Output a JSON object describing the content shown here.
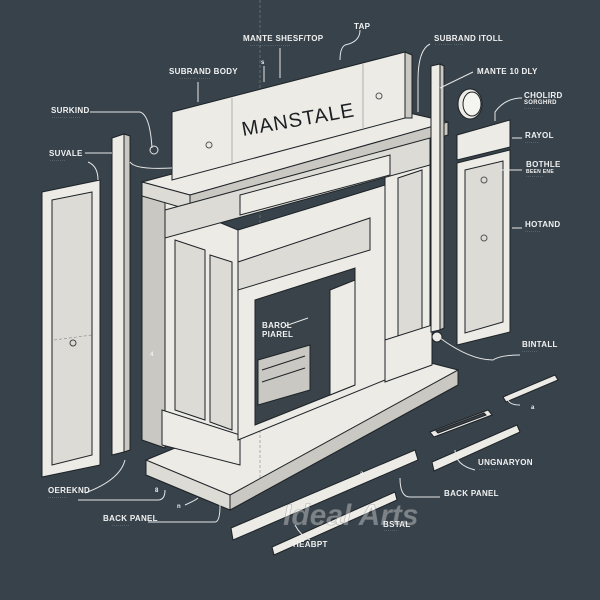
{
  "diagram": {
    "sign_text": "MANSTALE",
    "watermark": "Ideal Arts",
    "labels": {
      "mantel_shelf_top": {
        "title": "MANTE SHESF/TOP",
        "sub": "·····················"
      },
      "tap": {
        "title": "TAP"
      },
      "surround_toll": {
        "title": "SUBRAND ITOLL",
        "sub": "· ······· ·····"
      },
      "mantel_body": {
        "title": "MANTE 10 DLY"
      },
      "surround_body": {
        "title": "SUBRAND BODY",
        "sub": "······ ·· ······"
      },
      "surkind": {
        "title": "SURKIND",
        "sub": "········ ······"
      },
      "suvale": {
        "title": "SUVALE",
        "sub": "········"
      },
      "cholird": {
        "title": "CHOLIRD",
        "title2": "SORGHRD",
        "sub": "·········"
      },
      "rayol": {
        "title": "RAYOL",
        "sub": "·······"
      },
      "bothle": {
        "title": "BOTHLE",
        "title2": "BEEN ENE",
        "sub": "·········"
      },
      "hotand": {
        "title": "HOTAND",
        "sub": "········"
      },
      "barol_panel": {
        "title": "BAROL",
        "title2": "PIAREL"
      },
      "bintall": {
        "title": "BINTALL",
        "sub": "········"
      },
      "ungnaryon": {
        "title": "UNGNARYON",
        "sub": "··········"
      },
      "back_panel_right": {
        "title": "BACK PANEL"
      },
      "oereknd": {
        "title": "OEREKND",
        "sub": "··········"
      },
      "back_panel_left": {
        "title": "BACK PANEL",
        "sub": "·········"
      },
      "bstal": {
        "title": "BSTAL",
        "sub": "·······"
      },
      "heabpt": {
        "title": "HEABPT"
      },
      "marker_s": "s",
      "marker_4": "4",
      "marker_b": "8",
      "marker_n": "n",
      "marker_a": "a",
      "marker_a2": "a"
    }
  }
}
